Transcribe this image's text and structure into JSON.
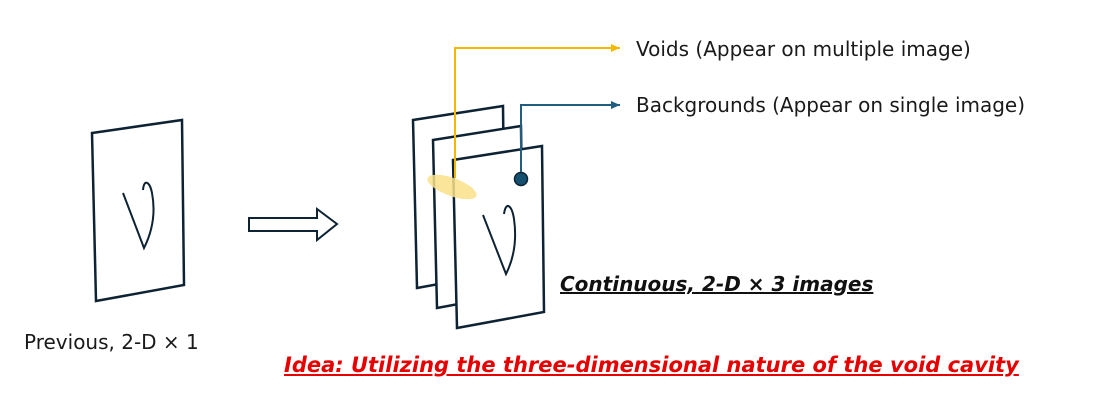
{
  "labels": {
    "voids": "Voids (Appear on multiple image)",
    "backgrounds": "Backgrounds (Appear on single image)",
    "previous": "Previous, 2-D × 1",
    "continuous": "Continuous, 2-D × 3 images",
    "idea": "Idea: Utilizing the three-dimensional nature of the void cavity"
  },
  "colors": {
    "outline": "#0d2233",
    "voids_line": "#f5b800",
    "voids_blob": "#f9e08a",
    "backgrounds_line": "#1f5e80",
    "backgrounds_dot": "#15506e",
    "idea_text": "#e60000"
  }
}
